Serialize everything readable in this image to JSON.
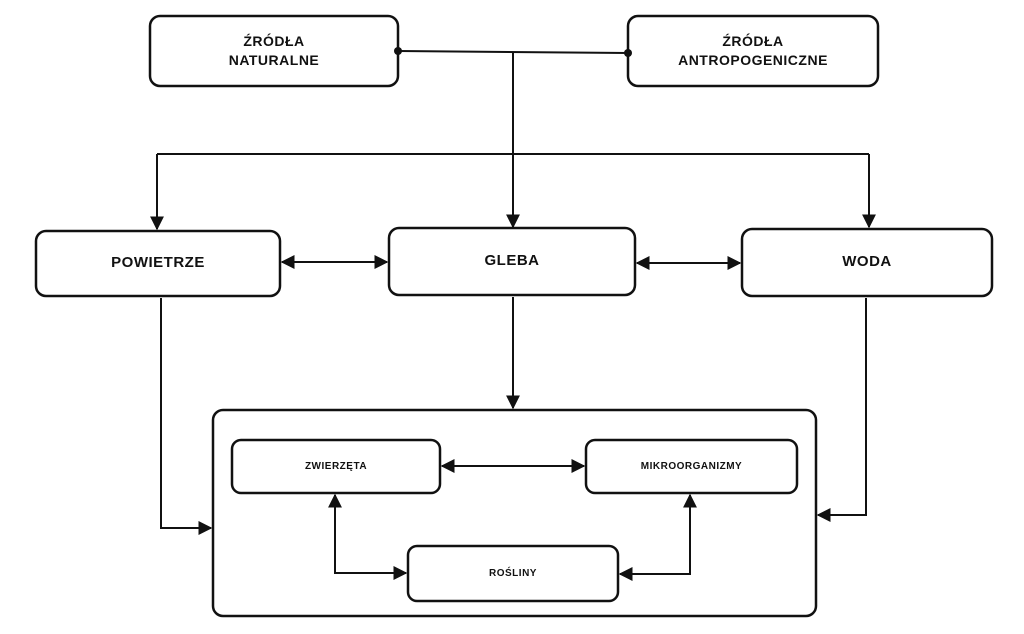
{
  "nodes": {
    "natural": "ŹRÓDŁA\nNATURALNE",
    "anthropogenic": "ŹRÓDŁA\nANTROPOGENICZNE",
    "air": "POWIETRZE",
    "soil": "GLEBA",
    "water": "WODA",
    "animals": "ZWIERZĘTA",
    "microorganisms": "MIKROORGANIZMY",
    "plants": "ROŚLINY"
  },
  "colors": {
    "stroke": "#111111",
    "background": "#ffffff",
    "text": "#111111"
  }
}
